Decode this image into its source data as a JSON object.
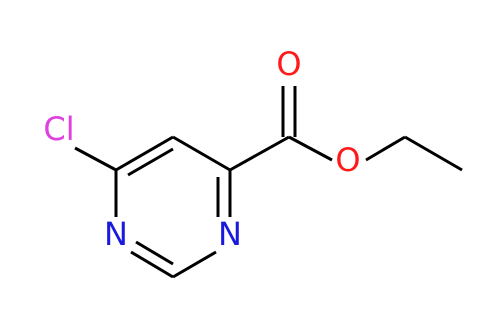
{
  "molecule": {
    "atoms": {
      "cl": {
        "symbol": "Cl",
        "color": "#e040e0"
      },
      "n1": {
        "symbol": "N",
        "color": "#1a1adf"
      },
      "n2": {
        "symbol": "N",
        "color": "#1a1adf"
      },
      "o_carbonyl": {
        "symbol": "O",
        "color": "#ff1a1a"
      },
      "o_ester": {
        "symbol": "O",
        "color": "#ff1a1a"
      }
    },
    "bond_color": "#000000"
  }
}
